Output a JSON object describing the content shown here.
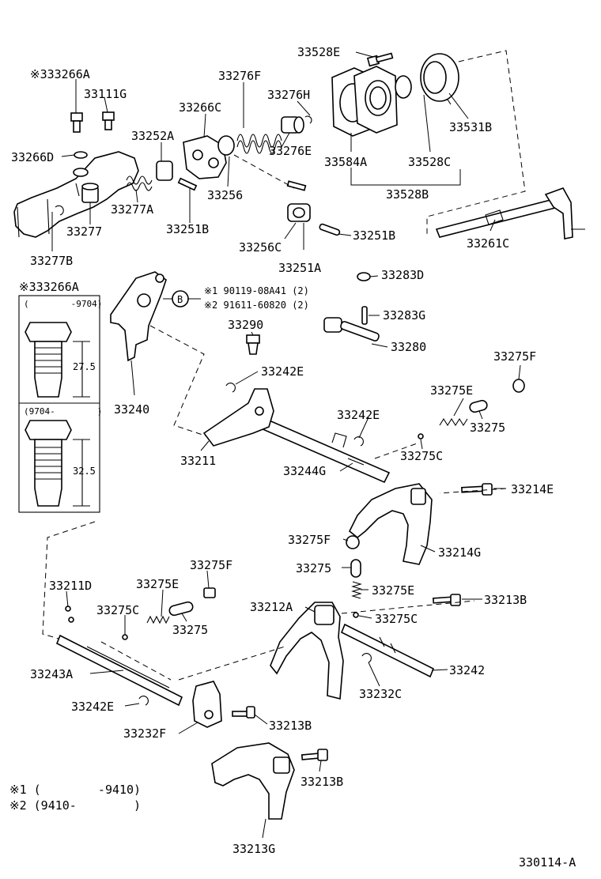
{
  "diagram_id": "330114-A",
  "labels": {
    "l01": "※333266A",
    "l02": "33111G",
    "l03": "33266D",
    "l04": "33277",
    "l05": "33277B",
    "l06": "33252A",
    "l07": "33277A",
    "l08": "33266C",
    "l09": "33251B",
    "l10": "33256",
    "l11": "33276F",
    "l12": "33276H",
    "l13": "33276E",
    "l14": "33256C",
    "l15": "33251A",
    "l16": "33251B",
    "l17": "33528E",
    "l18": "33584A",
    "l19": "33528C",
    "l20": "33531B",
    "l21": "33528B",
    "l22": "33261C",
    "l23": "33283D",
    "l24": "33283G",
    "l25": "33280",
    "l26": "33290",
    "l27": "33240",
    "l28": "33242E",
    "l29": "33211",
    "l30": "33244G",
    "l31": "33242E",
    "l32": "33275C",
    "l33": "33275E",
    "l34": "33275",
    "l35": "33275F",
    "l36": "33214E",
    "l37": "33214G",
    "l38": "33275F",
    "l39": "33275",
    "l40": "33275E",
    "l41": "33213B",
    "l42": "33212A",
    "l43": "33275C",
    "l44": "33242",
    "l45": "33232C",
    "l46": "33211D",
    "l47": "33275E",
    "l48": "33275F",
    "l49": "33275C",
    "l50": "33275",
    "l51": "33243A",
    "l52": "33242E",
    "l53": "33232F",
    "l54": "33213B",
    "l55": "33213B",
    "l56": "33213G"
  },
  "bolt_refs": {
    "circle_letter": "B",
    "ref1": "※1 90119-08A41 (2)",
    "ref2": "※2 91611-60820 (2)"
  },
  "bolt_inset": {
    "title": "※333266A",
    "upper_range": "(        -9704)",
    "upper_dim": "27.5",
    "lower_range": "(9704-        )",
    "lower_dim": "32.5"
  },
  "footnotes": {
    "note1": "※1 (        -9410)",
    "note2": "※2 (9410-        )"
  }
}
